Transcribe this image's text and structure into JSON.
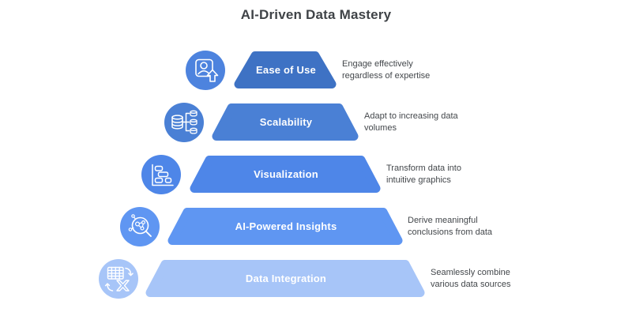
{
  "title": "AI-Driven Data Mastery",
  "text_color": "#43474b",
  "pyramid": {
    "levels": [
      {
        "label": "Ease of Use",
        "description": "Engage effectively regardless of expertise",
        "color": "#3e72c4",
        "icon": "user-profile-up-icon",
        "icon_color": "#4d83de"
      },
      {
        "label": "Scalability",
        "description": "Adapt to increasing data volumes",
        "color": "#4a80d5",
        "icon": "database-scale-icon",
        "icon_color": "#4a80d5"
      },
      {
        "label": "Visualization",
        "description": "Transform data into intuitive graphics",
        "color": "#4e86e8",
        "icon": "gantt-chart-icon",
        "icon_color": "#4e86e8"
      },
      {
        "label": "AI-Powered Insights",
        "description": "Derive meaningful conclusions from data",
        "color": "#5f96f2",
        "icon": "insight-magnifier-icon",
        "icon_color": "#5f96f2"
      },
      {
        "label": "Data Integration",
        "description": "Seamlessly combine various data sources",
        "color": "#a7c5f8",
        "icon": "data-transform-icon",
        "icon_color": "#a7c5f8"
      }
    ]
  }
}
